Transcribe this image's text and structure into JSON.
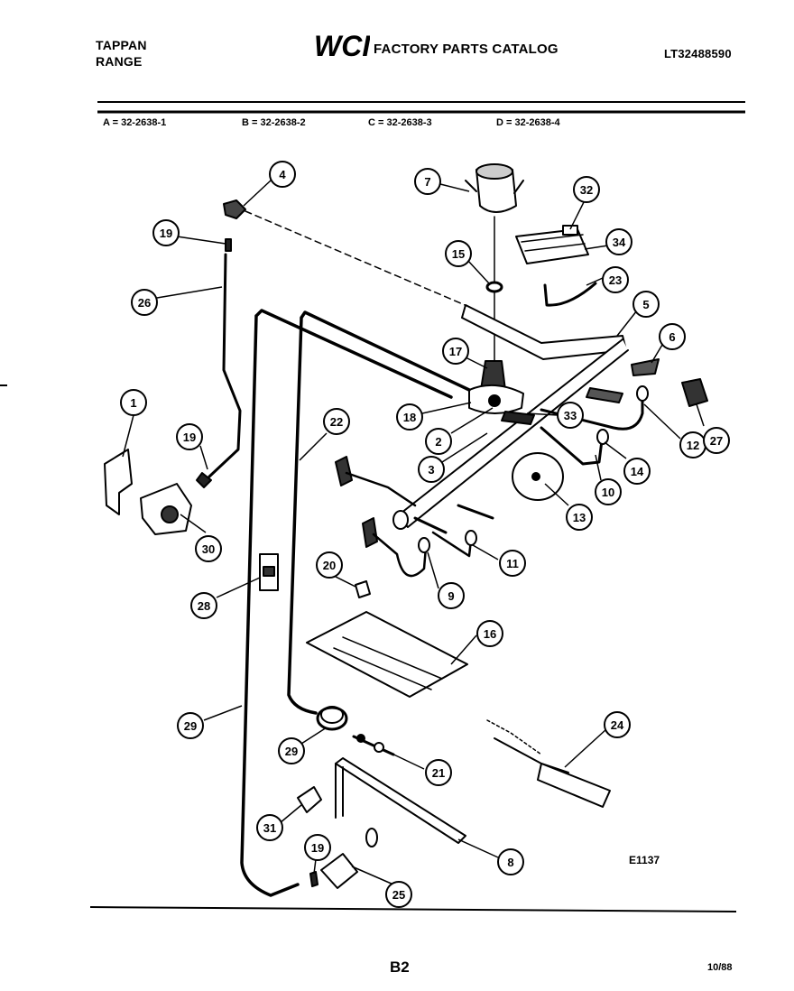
{
  "header": {
    "product_line1": "TAPPAN",
    "product_line2": "RANGE",
    "brand_logo": "WCI",
    "catalog_title": "FACTORY PARTS CATALOG",
    "document_number": "LT32488590"
  },
  "models": [
    {
      "label": "A = 32-2638-1"
    },
    {
      "label": "B = 32-2638-2"
    },
    {
      "label": "C = 32-2638-3"
    },
    {
      "label": "D = 32-2638-4"
    }
  ],
  "callouts": [
    "4",
    "7",
    "32",
    "19",
    "15",
    "34",
    "26",
    "23",
    "5",
    "6",
    "17",
    "1",
    "18",
    "33",
    "19",
    "2",
    "12",
    "27",
    "22",
    "14",
    "3",
    "10",
    "13",
    "30",
    "11",
    "20",
    "28",
    "9",
    "16",
    "29",
    "24",
    "29",
    "21",
    "31",
    "19",
    "8",
    "25"
  ],
  "footer": {
    "figure_id": "E1137",
    "page_number": "B2",
    "date_code": "10/88"
  }
}
